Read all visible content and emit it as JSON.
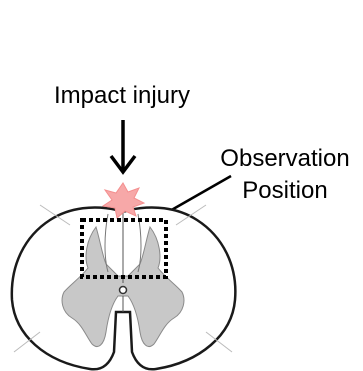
{
  "labels": {
    "impact": "Impact injury",
    "observation_line1": "Observation",
    "observation_line2": "Position"
  },
  "colors": {
    "text": "#000000",
    "outline": "#1a1a1a",
    "gray_matter": "#c8c8c8",
    "injury": "#f7a8a8"
  }
}
